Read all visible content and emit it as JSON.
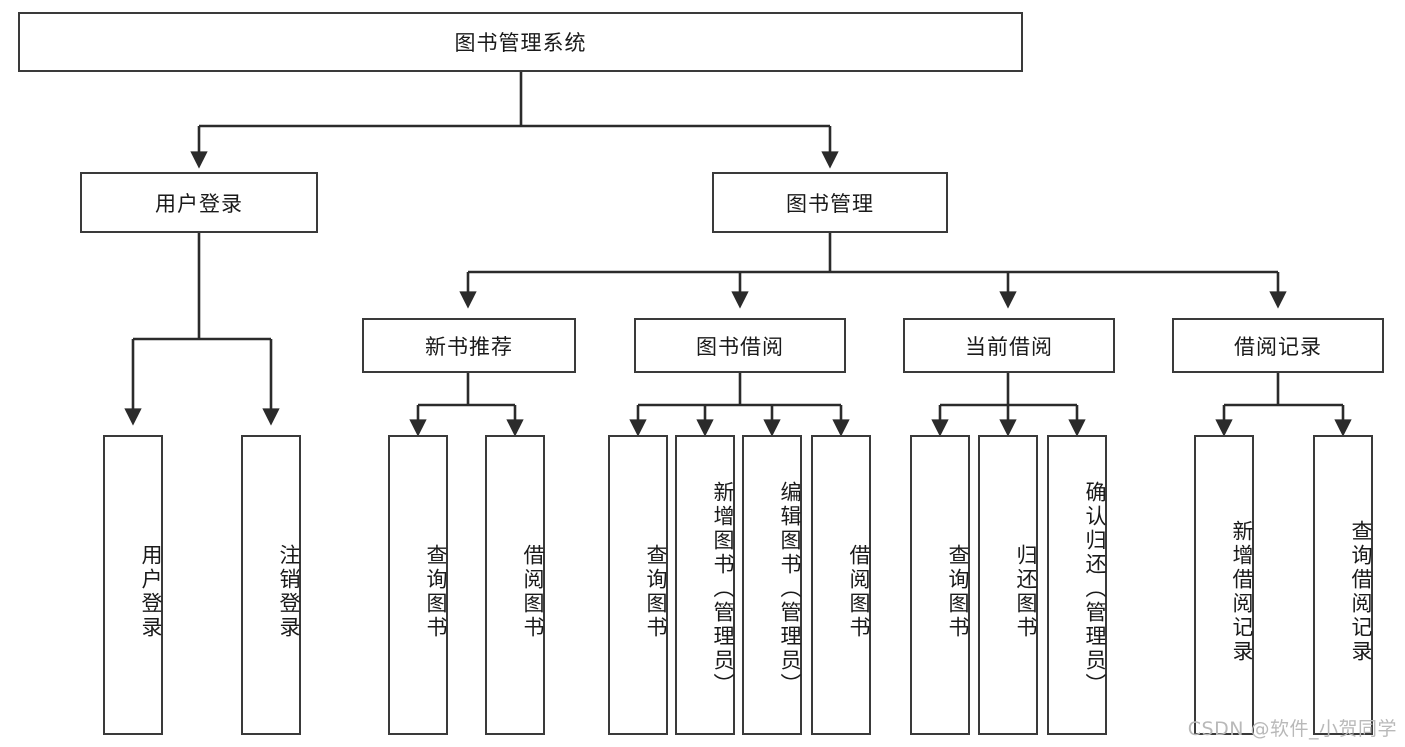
{
  "diagram": {
    "title": "图书管理系统",
    "type": "hierarchy-tree",
    "watermark": "CSDN @软件_小贺同学",
    "colors": {
      "box_border": "#3a3a3a",
      "box_fill": "#ffffff",
      "connector": "#2b2b2b",
      "text": "#1a1a1a",
      "watermark": "#b9b9b9",
      "background": "#ffffff"
    },
    "root": {
      "id": "root",
      "label": "图书管理系统"
    },
    "level2": [
      {
        "id": "login",
        "label": "用户登录"
      },
      {
        "id": "book-manage",
        "label": "图书管理"
      }
    ],
    "level3": [
      {
        "id": "new-book-rec",
        "label": "新书推荐"
      },
      {
        "id": "book-borrow",
        "label": "图书借阅"
      },
      {
        "id": "current-borrow",
        "label": "当前借阅"
      },
      {
        "id": "borrow-record",
        "label": "借阅记录"
      }
    ],
    "leaves": {
      "login": [
        {
          "id": "user-login",
          "label": "用户登录"
        },
        {
          "id": "user-logout",
          "label": "注销登录"
        }
      ],
      "new-book-rec": [
        {
          "id": "query-book-1",
          "label": "查询图书"
        },
        {
          "id": "borrow-book-1",
          "label": "借阅图书"
        }
      ],
      "book-borrow": [
        {
          "id": "query-book-2",
          "label": "查询图书"
        },
        {
          "id": "add-book",
          "label": "新增图书（管理员）"
        },
        {
          "id": "edit-book",
          "label": "编辑图书（管理员）"
        },
        {
          "id": "borrow-book-2",
          "label": "借阅图书"
        }
      ],
      "current-borrow": [
        {
          "id": "query-book-3",
          "label": "查询图书"
        },
        {
          "id": "return-book",
          "label": "归还图书"
        },
        {
          "id": "confirm-return",
          "label": "确认归还（管理员）"
        }
      ],
      "borrow-record": [
        {
          "id": "add-record",
          "label": "新增借阅记录"
        },
        {
          "id": "query-record",
          "label": "查询借阅记录"
        }
      ]
    }
  }
}
